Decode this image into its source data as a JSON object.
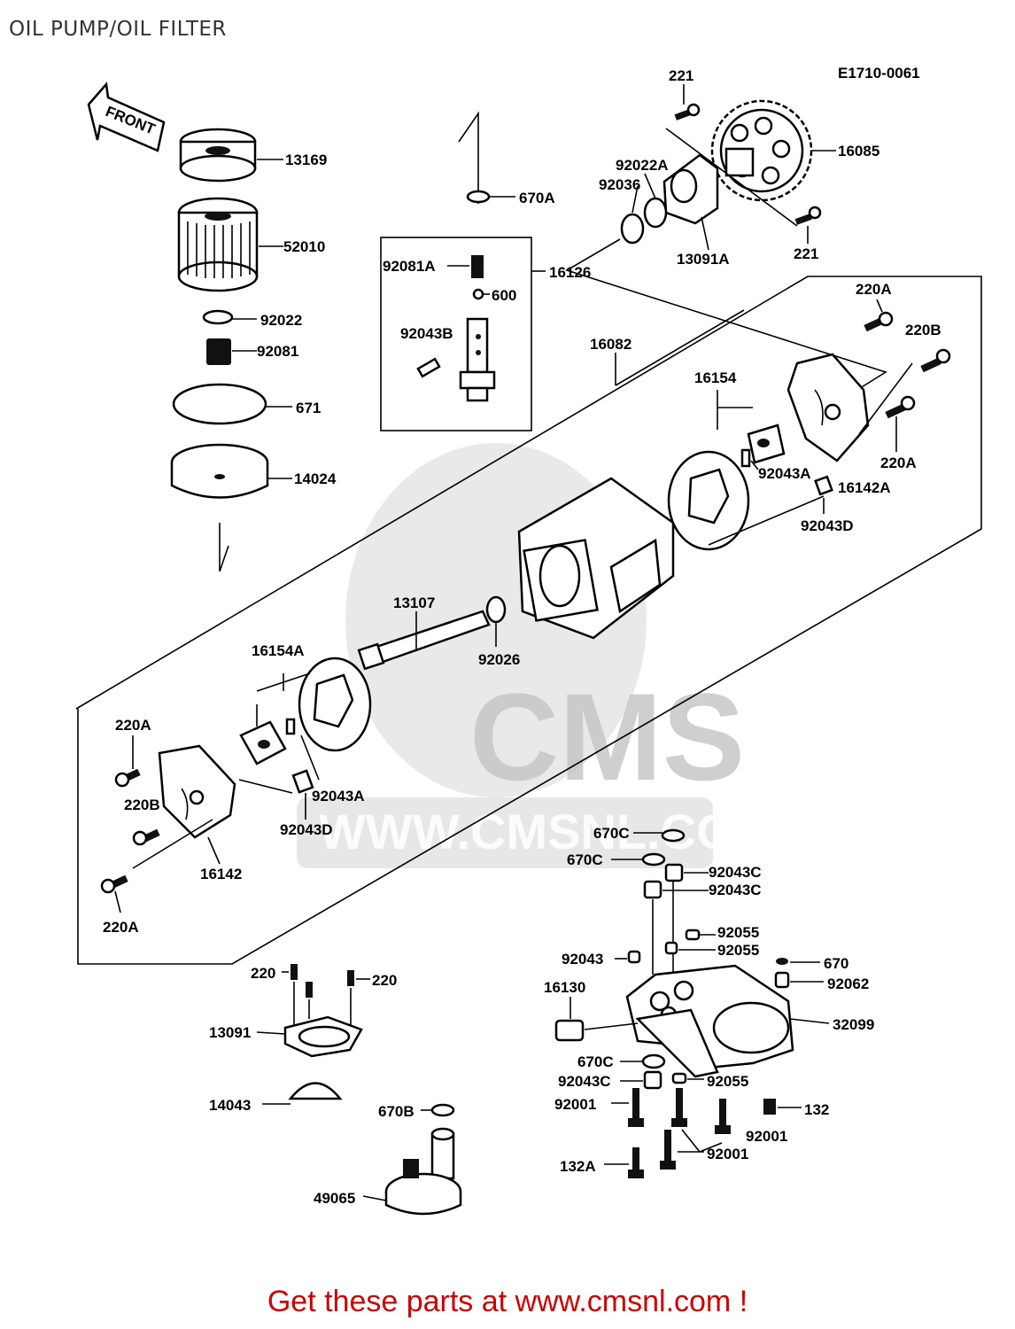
{
  "title": "OIL PUMP/OIL FILTER",
  "diagram_code": "E1710-0061",
  "front_label": "FRONT",
  "watermark": {
    "logo": "CMS",
    "url": "WWW.CMSNL.COM"
  },
  "footer": "Get these parts at www.cmsnl.com !",
  "labels": {
    "l13169": "13169",
    "l52010": "52010",
    "l92022": "92022",
    "l92081": "92081",
    "l671": "671",
    "l14024": "14024",
    "l670A": "670A",
    "l16126": "16126",
    "l92081A": "92081A",
    "l600": "600",
    "l92043B": "92043B",
    "l16082": "16082",
    "l221a": "221",
    "l221b": "221",
    "l16085": "16085",
    "l92022A": "92022A",
    "l92036": "92036",
    "l13091A": "13091A",
    "l220A_1": "220A",
    "l220B_1": "220B",
    "l16154": "16154",
    "l220A_2": "220A",
    "l92043A_1": "92043A",
    "l16142A": "16142A",
    "l92043D_1": "92043D",
    "l13107": "13107",
    "l92026": "92026",
    "l16154A": "16154A",
    "l220A_3": "220A",
    "l220B_2": "220B",
    "l92043A_2": "92043A",
    "l92043D_2": "92043D",
    "l16142": "16142",
    "l220A_4": "220A",
    "l670C_1": "670C",
    "l670C_2": "670C",
    "l92043C_1": "92043C",
    "l92043C_2": "92043C",
    "l92055_1": "92055",
    "l92055_2": "92055",
    "l92043": "92043",
    "l670": "670",
    "l92062": "92062",
    "l16130": "16130",
    "l32099": "32099",
    "l670C_3": "670C",
    "l92043C_3": "92043C",
    "l92055_3": "92055",
    "l92001_1": "92001",
    "l132": "132",
    "l92001_2": "92001",
    "l92001_3": "92001",
    "l132A": "132A",
    "l220_1": "220",
    "l220_2": "220",
    "l13091": "13091",
    "l14043": "14043",
    "l670B": "670B",
    "l49065": "49065"
  }
}
